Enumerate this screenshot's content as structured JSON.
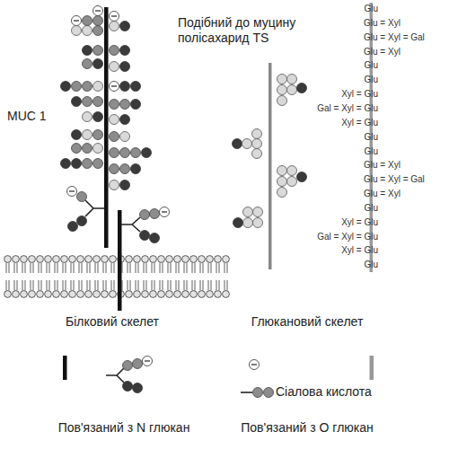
{
  "diagram": {
    "labels": [
      "Подібний до муцину полісахарид TS",
      "MUC 1",
      "Glu",
      "Glu = Xyl",
      "Glu = Xyl = Gal",
      "Glu = Xyl",
      "Glu",
      "Glu",
      "Xyl = Glu",
      "Gal = Xyl = Glu",
      "Xyl = Glu",
      "Glu",
      "Glu",
      "Glu = Xyl",
      "Glu = Xyl = Gal",
      "Glu = Xyl",
      "Glu",
      "Xyl = Glu",
      "Gal = Xyl = Glu",
      "Xyl = Glu",
      "Glu"
    ],
    "legend": [
      {
        "text": "Білковий скелет"
      },
      {
        "text": "Глюкановий скелет"
      },
      {
        "text": "Сіалова кислота"
      },
      {
        "text": "Пов'язаний з N глюкан"
      },
      {
        "text": "Пов'язаний з O глюкан"
      }
    ]
  }
}
